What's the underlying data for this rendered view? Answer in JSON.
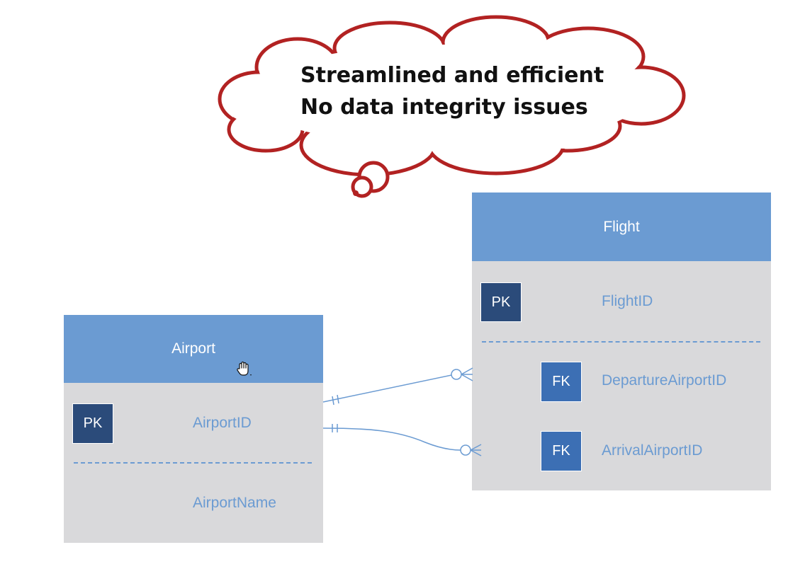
{
  "thought_bubble": {
    "line1": "Streamlined and efficient",
    "line2": "No data integrity issues"
  },
  "airport": {
    "title": "Airport",
    "pk_label": "PK",
    "pk_field": "AirportID",
    "field": "AirportName"
  },
  "flight": {
    "title": "Flight",
    "pk_label": "PK",
    "pk_field": "FlightID",
    "fk1_label": "FK",
    "fk1_field": "DepartureAirportID",
    "fk2_label": "FK",
    "fk2_field": "ArrivalAirportID"
  },
  "colors": {
    "header": "#6b9bd2",
    "body": "#d9d9db",
    "pk_badge": "#2b4b7a",
    "fk_badge": "#3c6fb4",
    "bubble_outline": "#b22222",
    "connector": "#6b9bd2"
  },
  "icons": {
    "cursor": "hand-cursor-icon"
  }
}
